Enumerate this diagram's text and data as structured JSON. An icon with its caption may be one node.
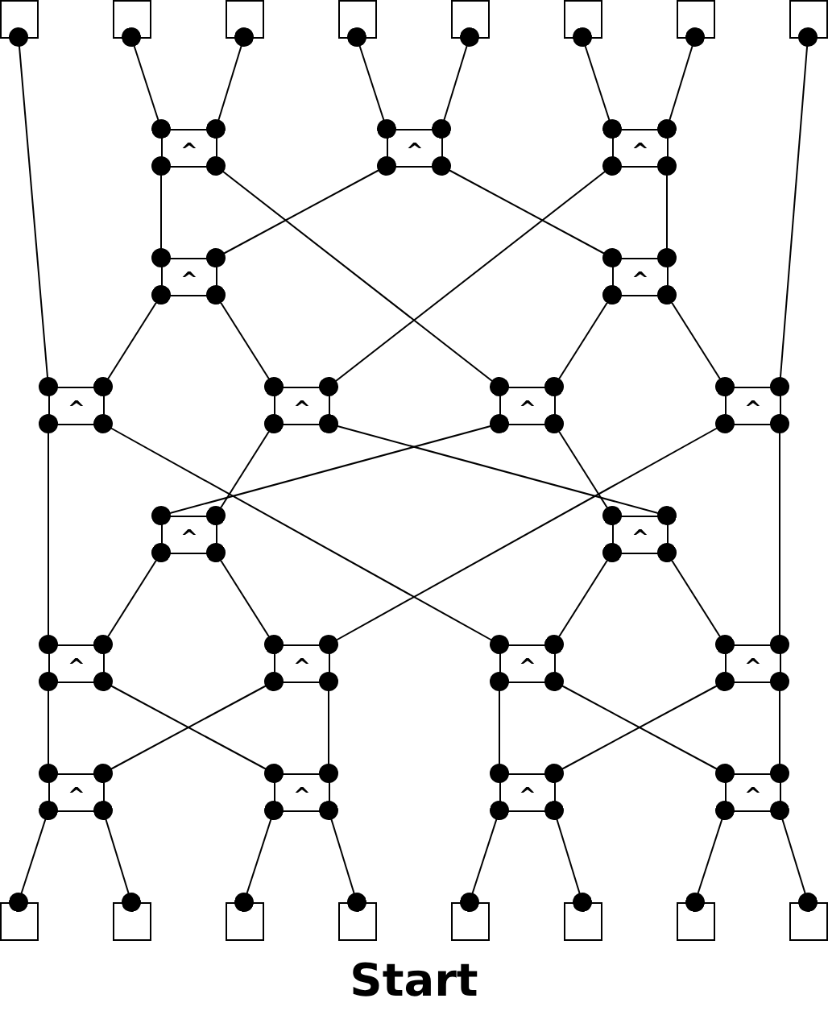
{
  "diagram": {
    "caption": "Start",
    "nodes": [
      {
        "text": [],
        "shape": "box"
      },
      {
        "text": [],
        "shape": "box"
      },
      {
        "text": [],
        "shape": "box"
      },
      {
        "text": [],
        "shape": "box"
      },
      {
        "text": [],
        "shape": "box"
      },
      {
        "text": [],
        "shape": "box"
      },
      {
        "text": [],
        "shape": "box"
      },
      {
        "text": [],
        "shape": "box"
      },
      {
        "text": [
          "^"
        ]
      },
      {
        "text": [
          "^"
        ]
      },
      {
        "text": [
          "^"
        ]
      },
      {
        "text": [
          "^"
        ]
      },
      {
        "text": [
          "^"
        ]
      },
      {
        "text": [
          "^"
        ]
      },
      {
        "text": [
          "^"
        ]
      },
      {
        "text": [
          "^"
        ]
      },
      {
        "text": [
          "^"
        ]
      },
      {
        "text": [
          "^"
        ]
      },
      {
        "text": [
          "^"
        ]
      },
      {
        "text": [
          "^"
        ]
      },
      {
        "text": [
          "^"
        ]
      },
      {
        "text": [
          "^"
        ]
      },
      {
        "text": [
          "^"
        ]
      },
      {
        "text": [
          "^"
        ]
      },
      {
        "text": [
          "^"
        ]
      },
      {
        "text": [
          "^"
        ]
      },
      {
        "text": [
          "^"
        ]
      },
      {
        "text": [],
        "shape": "box"
      },
      {
        "text": [],
        "shape": "box"
      },
      {
        "text": [],
        "shape": "box"
      },
      {
        "text": [],
        "shape": "box"
      },
      {
        "text": [],
        "shape": "box"
      },
      {
        "text": [],
        "shape": "box"
      },
      {
        "text": [],
        "shape": "box"
      },
      {
        "text": [],
        "shape": "box"
      }
    ],
    "edges": [
      {
        "from": 0,
        "to": 13,
        "arrow": "other"
      },
      {
        "from": 1,
        "to": 8,
        "arrow": "other"
      },
      {
        "from": 2,
        "to": 8,
        "arrow": "other"
      },
      {
        "from": 3,
        "to": 9,
        "arrow": "other"
      },
      {
        "from": 4,
        "to": 9,
        "arrow": "other"
      },
      {
        "from": 5,
        "to": 10,
        "arrow": "other"
      },
      {
        "from": 6,
        "to": 10,
        "arrow": "other"
      },
      {
        "from": 7,
        "to": 16,
        "arrow": "other"
      },
      {
        "from": 8,
        "to": 11,
        "arrow": "other"
      },
      {
        "from": 8,
        "to": 15,
        "arrow": "other"
      },
      {
        "from": 9,
        "to": 11,
        "arrow": "other"
      },
      {
        "from": 9,
        "to": 12,
        "arrow": "other"
      },
      {
        "from": 10,
        "to": 14,
        "arrow": "other"
      },
      {
        "from": 10,
        "to": 12,
        "arrow": "other"
      },
      {
        "from": 11,
        "to": 13,
        "arrow": "other"
      },
      {
        "from": 11,
        "to": 14,
        "arrow": "other"
      },
      {
        "from": 12,
        "to": 15,
        "arrow": "other"
      },
      {
        "from": 12,
        "to": 16,
        "arrow": "other"
      },
      {
        "from": 13,
        "to": 19,
        "arrow": "other"
      },
      {
        "from": 13,
        "to": 21,
        "arrow": "other"
      },
      {
        "from": 14,
        "to": 17,
        "arrow": "other"
      },
      {
        "from": 14,
        "to": 18,
        "arrow": "other"
      },
      {
        "from": 15,
        "to": 17,
        "arrow": "other"
      },
      {
        "from": 15,
        "to": 18,
        "arrow": "other"
      },
      {
        "from": 16,
        "to": 20,
        "arrow": "other"
      },
      {
        "from": 16,
        "to": 22,
        "arrow": "other"
      },
      {
        "from": 17,
        "to": 19,
        "arrow": "other"
      },
      {
        "from": 17,
        "to": 20,
        "arrow": "other"
      },
      {
        "from": 18,
        "to": 21,
        "arrow": "other"
      },
      {
        "from": 18,
        "to": 22,
        "arrow": "other"
      },
      {
        "from": 19,
        "to": 23,
        "arrow": "other"
      },
      {
        "from": 19,
        "to": 24,
        "arrow": "other"
      },
      {
        "from": 20,
        "to": 23,
        "arrow": "other"
      },
      {
        "from": 20,
        "to": 24,
        "arrow": "other"
      },
      {
        "from": 21,
        "to": 25,
        "arrow": "other"
      },
      {
        "from": 21,
        "to": 26,
        "arrow": "other"
      },
      {
        "from": 22,
        "to": 25,
        "arrow": "other"
      },
      {
        "from": 22,
        "to": 26,
        "arrow": "other"
      },
      {
        "from": 23,
        "to": 27,
        "arrow": "other"
      },
      {
        "from": 23,
        "to": 28,
        "arrow": "other"
      },
      {
        "from": 24,
        "to": 29,
        "arrow": "other"
      },
      {
        "from": 24,
        "to": 30,
        "arrow": "other"
      },
      {
        "from": 25,
        "to": 31,
        "arrow": "other"
      },
      {
        "from": 25,
        "to": 32,
        "arrow": "other"
      },
      {
        "from": 26,
        "to": 33,
        "arrow": "other"
      },
      {
        "from": 26,
        "to": 34,
        "arrow": "other"
      }
    ]
  }
}
